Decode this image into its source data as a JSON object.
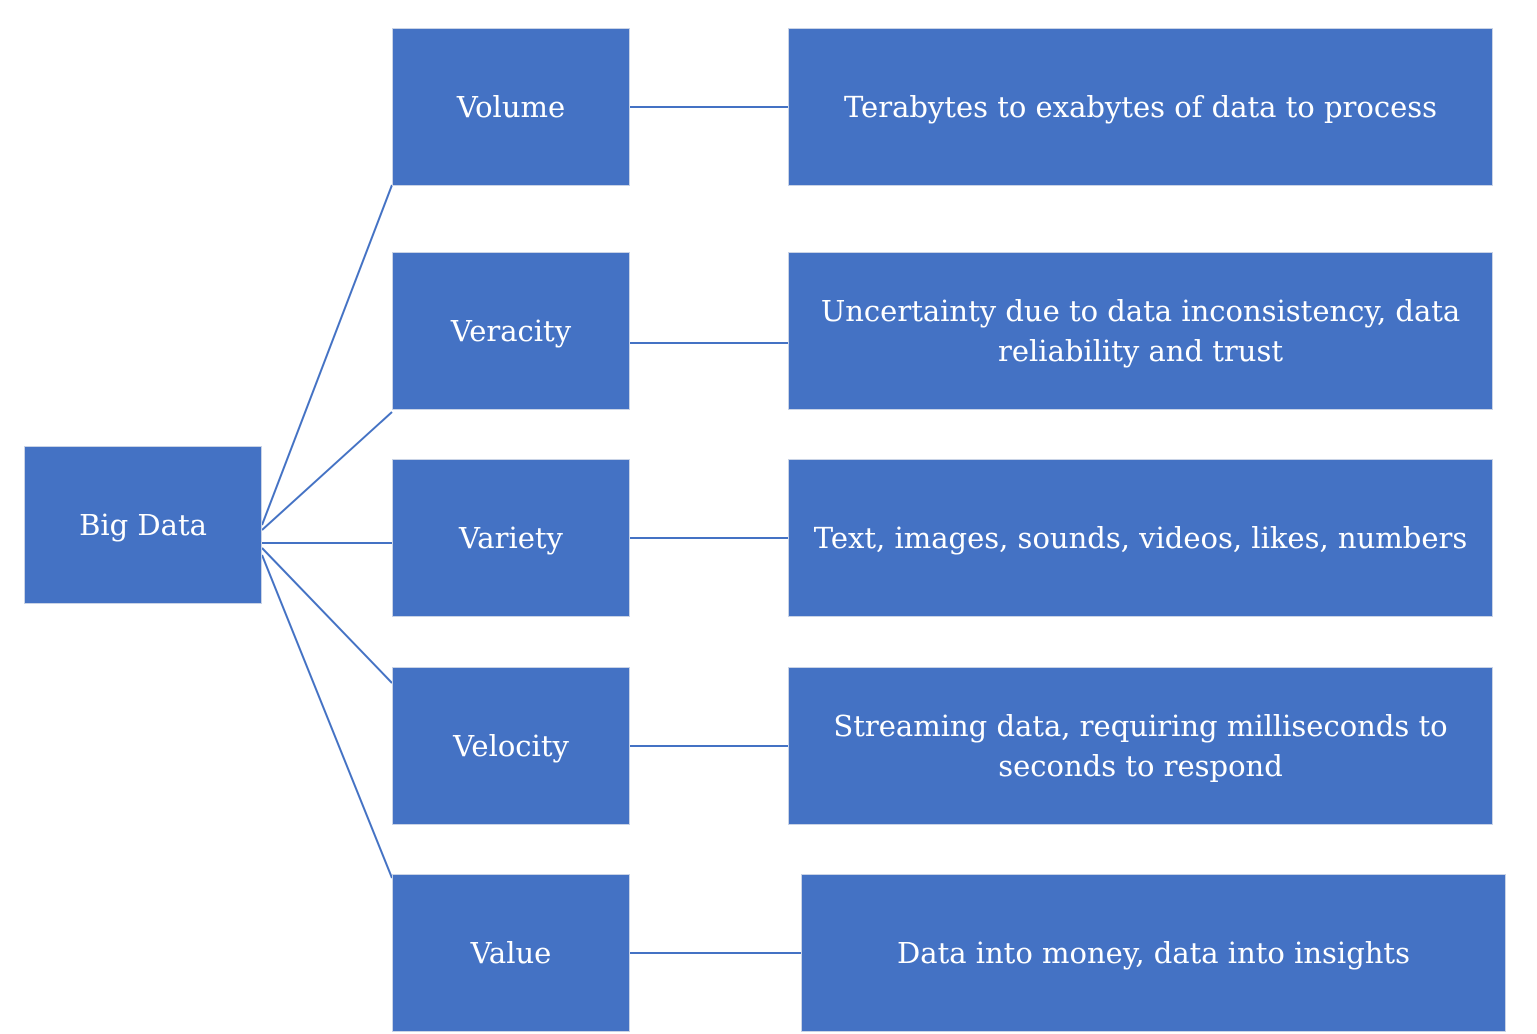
{
  "root": {
    "label": "Big Data"
  },
  "branches": [
    {
      "label": "Volume",
      "description": "Terabytes to exabytes of data to process"
    },
    {
      "label": "Veracity",
      "description": "Uncertainty due to data inconsistency, data reliability and trust"
    },
    {
      "label": "Variety",
      "description": "Text, images, sounds, videos, likes, numbers"
    },
    {
      "label": "Velocity",
      "description": "Streaming data, requiring milliseconds to seconds to respond"
    },
    {
      "label": "Value",
      "description": "Data into money, data into insights"
    }
  ],
  "colors": {
    "box_fill": "#4472C4",
    "connector": "#4472C4",
    "text": "#ffffff"
  }
}
